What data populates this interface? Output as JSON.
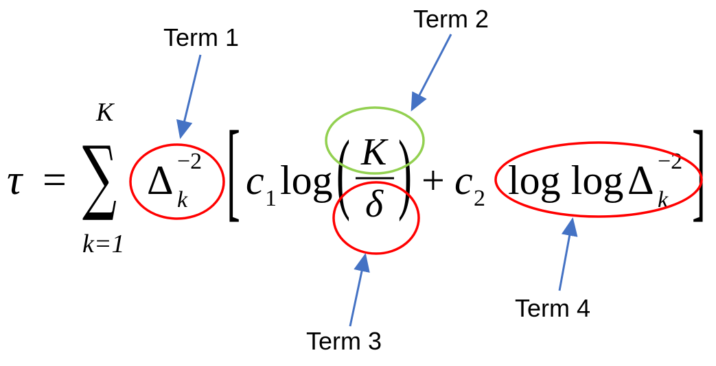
{
  "formula": {
    "tau": "τ",
    "equals": "=",
    "sum": "∑",
    "sum_upper": "K",
    "sum_lower": "k=1",
    "delta": "Δ",
    "sub_k": "k",
    "sup_neg2": "−2",
    "lbracket": "[",
    "rbracket": "]",
    "c": "c",
    "sub_1": "1",
    "sub_2": "2",
    "log": "log",
    "lparen": "(",
    "rparen": ")",
    "numerator": "K",
    "denominator": "δ",
    "plus": "+",
    "loglog": "log log"
  },
  "annotations": [
    {
      "label": "Term 1",
      "color": "#FF0000"
    },
    {
      "label": "Term 2",
      "color": "#92D050"
    },
    {
      "label": "Term 3",
      "color": "#FF0000"
    },
    {
      "label": "Term 4",
      "color": "#FF0000"
    }
  ],
  "arrow_color": "#4472C4"
}
